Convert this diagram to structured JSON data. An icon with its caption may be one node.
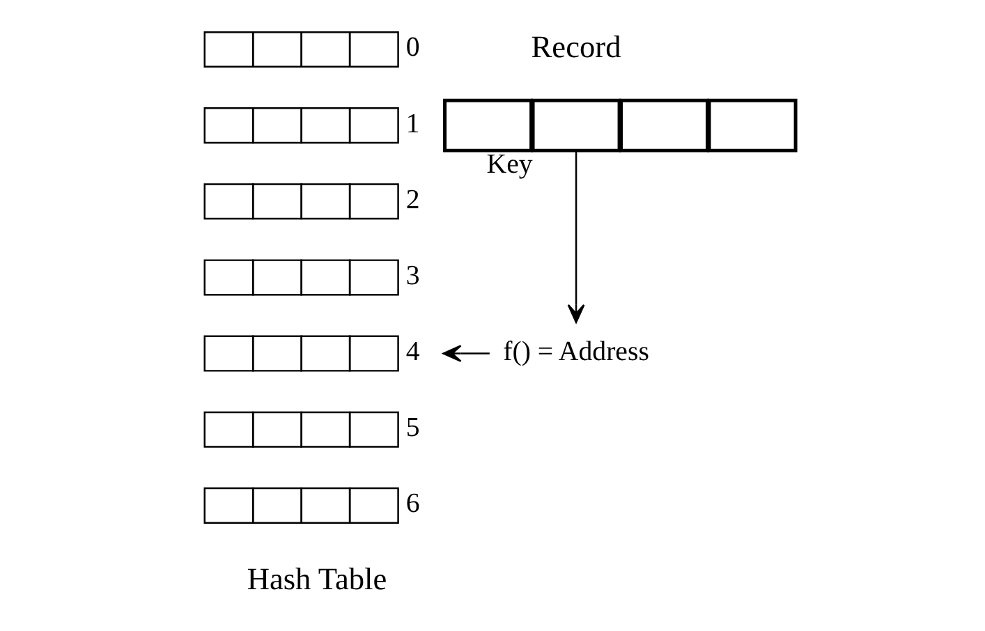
{
  "diagram": {
    "nodes": [
      {
        "text": [],
        "shape": "box"
      },
      {
        "text": [],
        "shape": "box",
        "beside": [
          "Key"
        ]
      },
      {
        "text": [],
        "shape": "box"
      },
      {
        "text": [],
        "shape": "box"
      },
      {
        "text": [
          "f() = Address"
        ]
      },
      {
        "text": [
          "0"
        ]
      },
      {
        "text": [
          "1"
        ]
      },
      {
        "text": [
          "2"
        ]
      },
      {
        "text": [
          "3"
        ]
      },
      {
        "text": [
          "4"
        ]
      },
      {
        "text": [
          "5"
        ]
      },
      {
        "text": [
          "6"
        ]
      }
    ],
    "edges": [
      {
        "from": 1,
        "to": 4,
        "arrow": "to"
      },
      {
        "from": 4,
        "to": 9,
        "arrow": "to"
      }
    ],
    "labels": [
      "Record",
      "Hash Table"
    ]
  }
}
